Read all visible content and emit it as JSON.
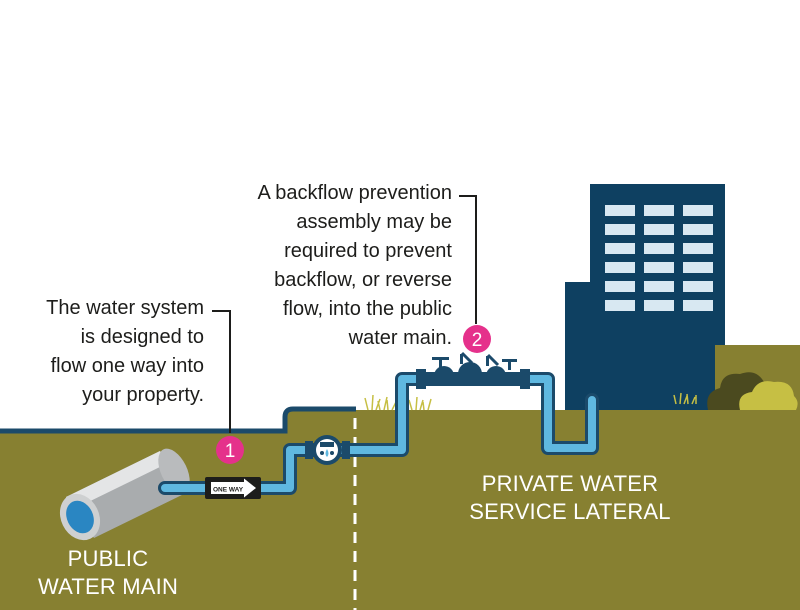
{
  "callouts": [
    {
      "number": "1",
      "lines": [
        "The water system",
        "is designed to",
        "flow one way into",
        "your property."
      ]
    },
    {
      "number": "2",
      "lines": [
        "A backflow prevention",
        "assembly may be",
        "required to prevent",
        "backflow, or reverse",
        "flow, into the public",
        "water main."
      ]
    }
  ],
  "sign_text": "ONE WAY",
  "labels": {
    "public_main": [
      "PUBLIC",
      "WATER MAIN"
    ],
    "private_lateral": [
      "PRIVATE WATER",
      "SERVICE LATERAL"
    ]
  },
  "colors": {
    "ground": "#878031",
    "pipe": "#1b4a6a",
    "water": "#5fb8e0",
    "building": "#0e4061",
    "window": "#d8e8f2",
    "marker": "#e5318b",
    "text": "#1d1d1b",
    "bush_dark": "#4b4a1f",
    "bush_light": "#c6bf44"
  }
}
